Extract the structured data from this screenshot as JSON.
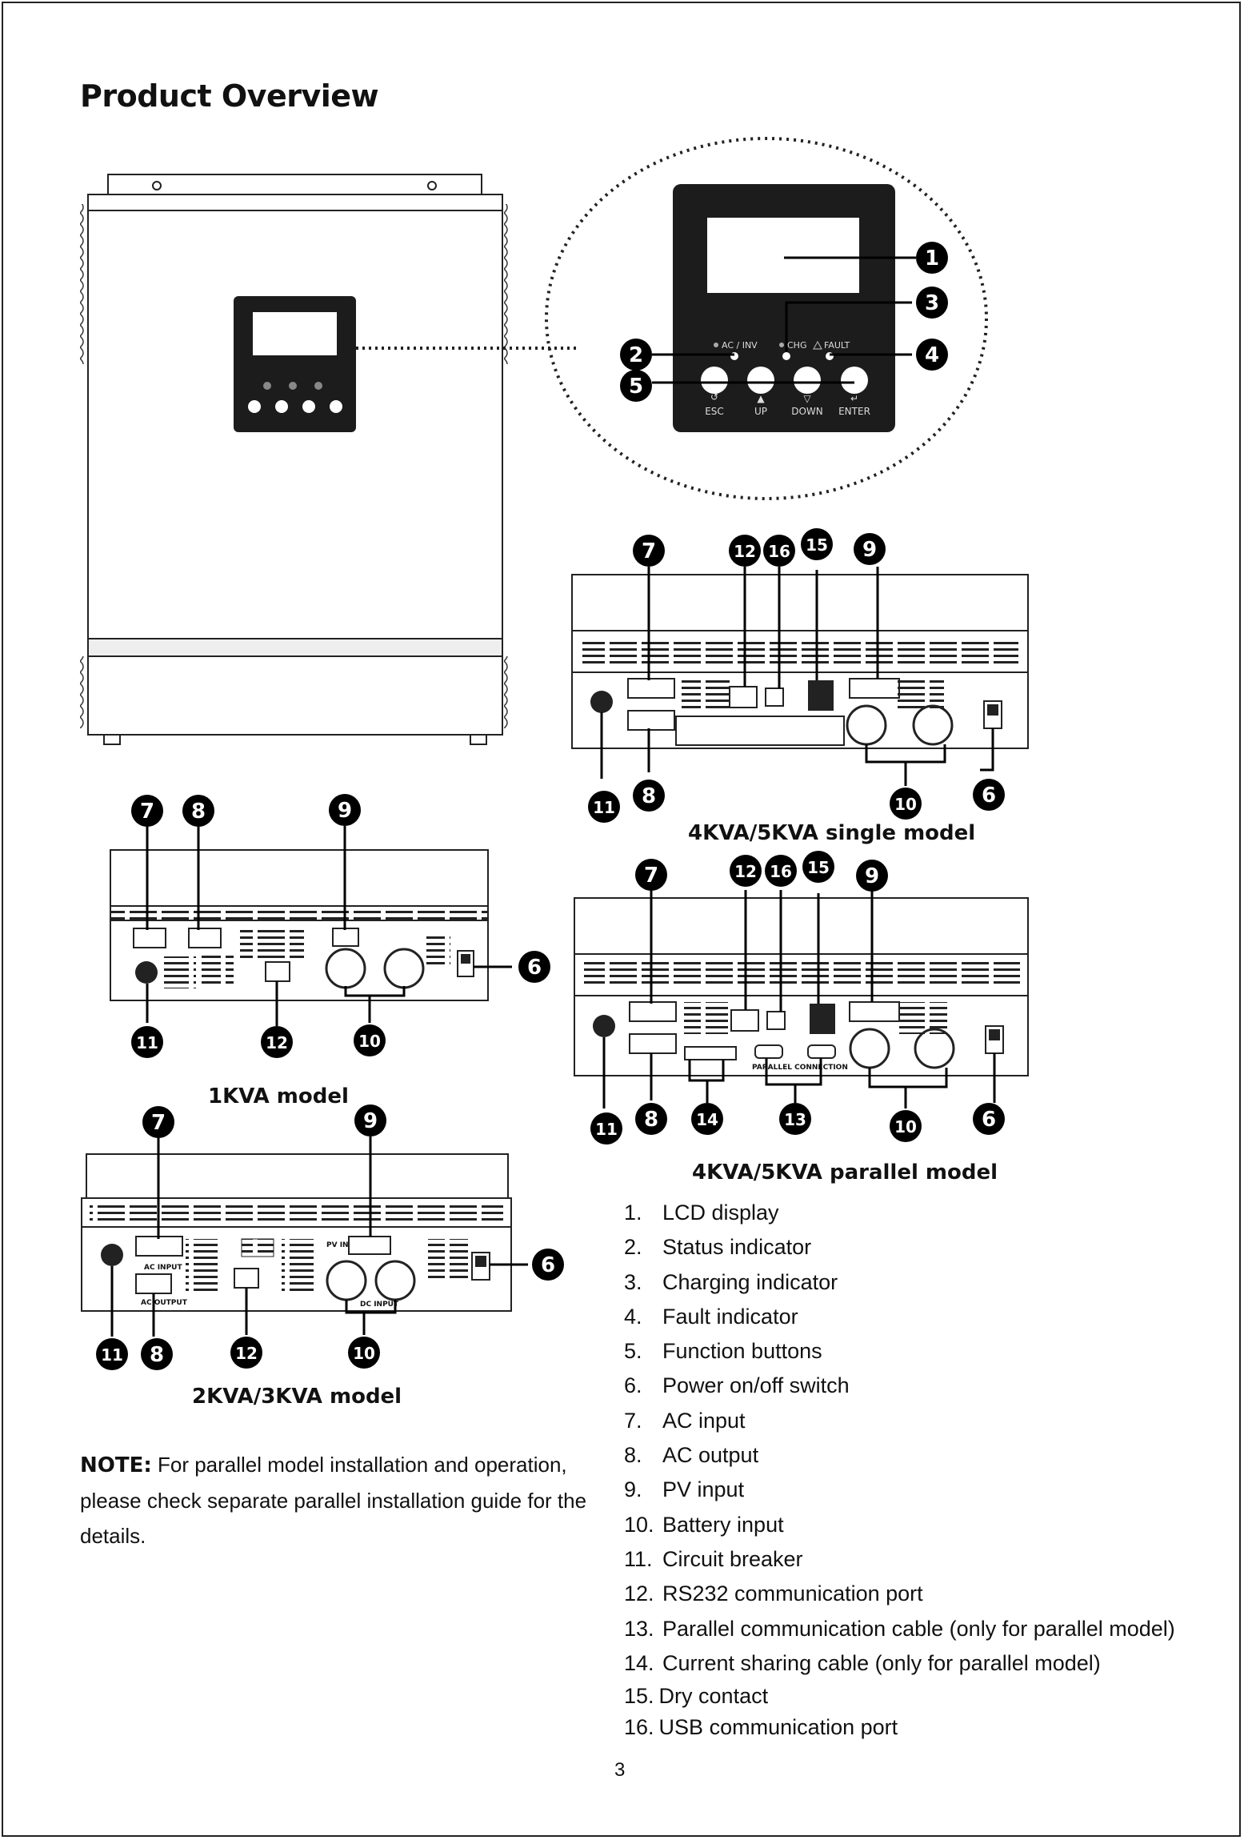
{
  "page": {
    "title": "Product Overview",
    "page_number": "3"
  },
  "panel": {
    "led_labels": [
      "AC / INV",
      "CHG",
      "FAULT"
    ],
    "buttons": [
      "ESC",
      "UP",
      "DOWN",
      "ENTER"
    ]
  },
  "captions": {
    "single_4_5kva": "4KVA/5KVA single model",
    "model_1kva": "1KVA model",
    "parallel_4_5kva": "4KVA/5KVA parallel model",
    "model_2_3kva": "2KVA/3KVA model"
  },
  "note": {
    "label": "NOTE:",
    "text": " For parallel model installation and operation, please check separate parallel installation guide for the details."
  },
  "legend": [
    {
      "num": "1.",
      "text": "LCD display"
    },
    {
      "num": "2.",
      "text": "Status indicator"
    },
    {
      "num": "3.",
      "text": "Charging indicator"
    },
    {
      "num": "4.",
      "text": "Fault indicator"
    },
    {
      "num": "5.",
      "text": "Function buttons"
    },
    {
      "num": "6.",
      "text": "Power on/off switch"
    },
    {
      "num": "7.",
      "text": "AC input"
    },
    {
      "num": "8.",
      "text": "AC output"
    },
    {
      "num": "9.",
      "text": "PV input"
    },
    {
      "num": "10.",
      "text": "Battery input"
    },
    {
      "num": "11.",
      "text": "Circuit breaker"
    },
    {
      "num": "12.",
      "text": "RS232 communication port"
    },
    {
      "num": "13.",
      "text": "Parallel communication cable (only for parallel model)"
    },
    {
      "num": "14.",
      "text": "Current sharing cable (only for parallel model)"
    },
    {
      "num": "15.",
      "text": "Dry contact"
    },
    {
      "num": "16.",
      "text": "USB communication port"
    }
  ],
  "callouts": {
    "n1": "1",
    "n2": "2",
    "n3": "3",
    "n4": "4",
    "n5": "5",
    "n6": "6",
    "n7": "7",
    "n8": "8",
    "n9": "9",
    "n10": "10",
    "n11": "11",
    "n12": "12",
    "n13": "13",
    "n14": "14",
    "n15": "15",
    "n16": "16"
  },
  "port_labels": {
    "ac_input": "AC INPUT",
    "ac_output": "AC OUTPUT",
    "pv_input": "PV INPUT",
    "dc_input": "DC INPUT",
    "parallel_connection": "PARALLEL CONNECTION"
  }
}
